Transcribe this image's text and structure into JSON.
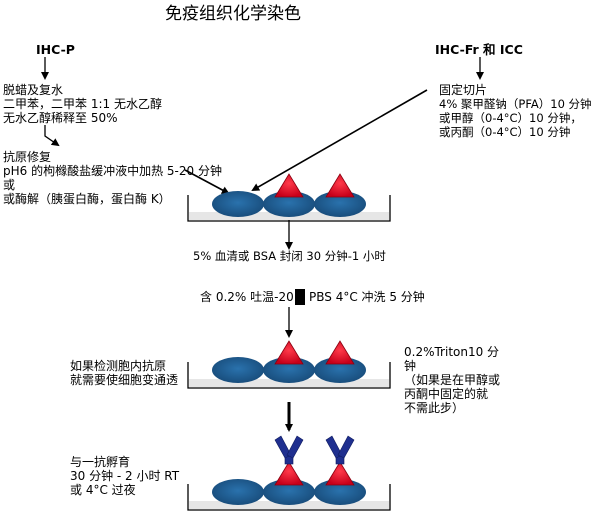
{
  "title": "免疫组织化学染色",
  "left_header": "IHC-P",
  "right_header": "IHC-Fr 和 ICC",
  "dewax": {
    "heading": "脱蜡及复水",
    "line1": "二甲苯，二甲苯 1:1 无水乙醇",
    "line2": "无水乙醇稀释至 50%"
  },
  "fix": {
    "heading": "固定切片",
    "line1": "4% 聚甲醛钠（PFA）10 分钟",
    "line2": "或甲醇（0-4°C）10 分钟，",
    "line3": "或丙酮（0-4°C）10 分钟"
  },
  "retrieval": {
    "heading": "抗原修复",
    "line1": "pH6 的枸橼酸盐缓冲液中加热 5-20 分钟",
    "line2": "或",
    "line3": "或酶解（胰蛋白酶，蛋白酶 K）"
  },
  "block_step": "5% 血清或 BSA 封闭 30 分钟-1 小时",
  "wash_step": {
    "left": "含 0.2% 吐温-20",
    "right": "PBS 4°C 冲洗 5 分钟"
  },
  "perm_left": {
    "line1": "如果检测胞内抗原",
    "line2": "就需要使细胞变通透"
  },
  "perm_right": {
    "line1": "0.2%Triton10 分",
    "line2": "钟",
    "line3": "（如果是在甲醇或",
    "line4": "丙酮中固定的就",
    "line5": "不需此步）"
  },
  "primary": {
    "line1": "与一抗孵育",
    "line2": "30 分钟 - 2 小时 RT",
    "line3": "或 4°C 过夜"
  },
  "colors": {
    "cell": "#1d5a8e",
    "antigen": "#e0102a",
    "antibody": "#1f2f8f",
    "tray": "#e6e6e6"
  }
}
